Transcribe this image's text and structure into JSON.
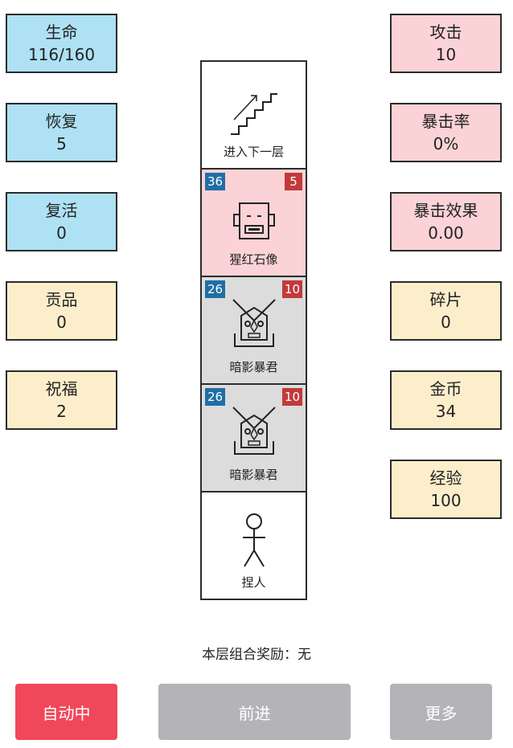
{
  "left_stats": [
    {
      "label": "生命",
      "value": "116/160",
      "color": "#aee1f3"
    },
    {
      "label": "恢复",
      "value": "5",
      "color": "#aee1f3"
    },
    {
      "label": "复活",
      "value": "0",
      "color": "#aee1f3"
    },
    {
      "label": "贡品",
      "value": "0",
      "color": "#fdeecb"
    },
    {
      "label": "祝福",
      "value": "2",
      "color": "#fdeecb"
    }
  ],
  "right_stats": [
    {
      "label": "攻击",
      "value": "10",
      "color": "#fbd3d6"
    },
    {
      "label": "暴击率",
      "value": "0%",
      "color": "#fbd3d6"
    },
    {
      "label": "暴击效果",
      "value": "0.00",
      "color": "#fbd3d6"
    },
    {
      "label": "碎片",
      "value": "0",
      "color": "#fdeecb"
    },
    {
      "label": "金币",
      "value": "34",
      "color": "#fdeecb"
    },
    {
      "label": "经验",
      "value": "100",
      "color": "#fdeecb"
    }
  ],
  "tower": [
    {
      "name": "进入下一层",
      "icon": "stairs-icon",
      "bg": "#ffffff"
    },
    {
      "name": "猩红石像",
      "icon": "stone-statue-icon",
      "bg": "#fbd3d6",
      "hp": "36",
      "atk": "5"
    },
    {
      "name": "暗影暴君",
      "icon": "shadow-tyrant-icon",
      "bg": "#dcdcdc",
      "hp": "26",
      "atk": "10"
    },
    {
      "name": "暗影暴君",
      "icon": "shadow-tyrant-icon",
      "bg": "#dcdcdc",
      "hp": "26",
      "atk": "10"
    },
    {
      "name": "捏人",
      "icon": "stick-figure-icon",
      "bg": "#ffffff"
    }
  ],
  "bonus_text": "本层组合奖励：无",
  "buttons": {
    "auto": "自动中",
    "advance": "前进",
    "more": "更多"
  },
  "colors": {
    "auto_button": "#f0485a",
    "disabled_button": "#b4b4b8",
    "hp_badge": "#1f6fa6",
    "atk_badge": "#c23a3a"
  }
}
